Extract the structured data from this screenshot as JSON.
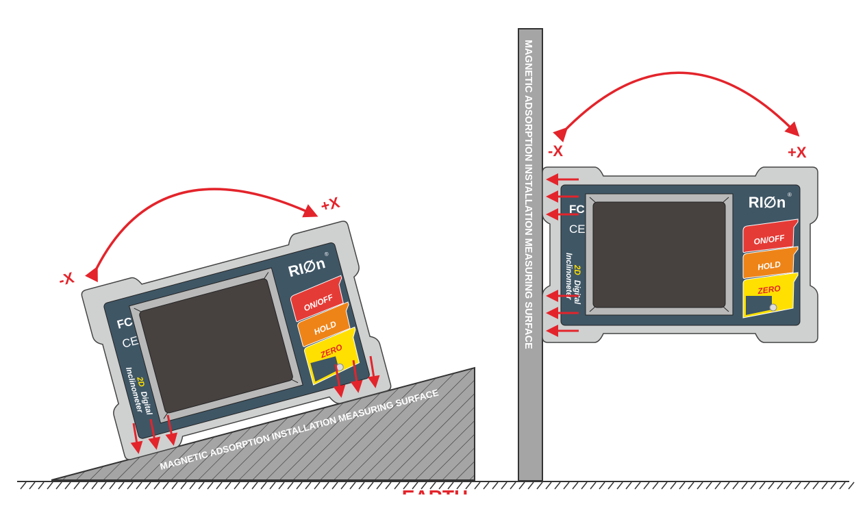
{
  "labels": {
    "left_minus_x": "-X",
    "left_plus_x": "+X",
    "right_minus_x": "-X",
    "right_plus_x": "+X",
    "incline_surface": "MAGNETIC ADSORPTION INSTALLATION MEASURING SURFACE",
    "vertical_surface": "MAGNETIC ADSORPTION INSTALLATION MEASURING SURFACE",
    "ground": "EARTH"
  },
  "device": {
    "brand": "RI∅n",
    "registered": "®",
    "fcc": "FC",
    "ce": "CE",
    "model_prefix": "2D",
    "model_word1": "Digital",
    "model_word2": "Inclinometer",
    "buttons": {
      "power": "ON/OFF",
      "hold": "HOLD",
      "zero": "ZERO"
    }
  },
  "colors": {
    "arrow": "#e3242b",
    "plate": "#cfd0d0",
    "panel": "#3f5665",
    "screen": "#474140",
    "on_off": "#e53b36",
    "hold": "#ee8418",
    "zero": "#ffe000",
    "surface": "#a5a5a5"
  }
}
